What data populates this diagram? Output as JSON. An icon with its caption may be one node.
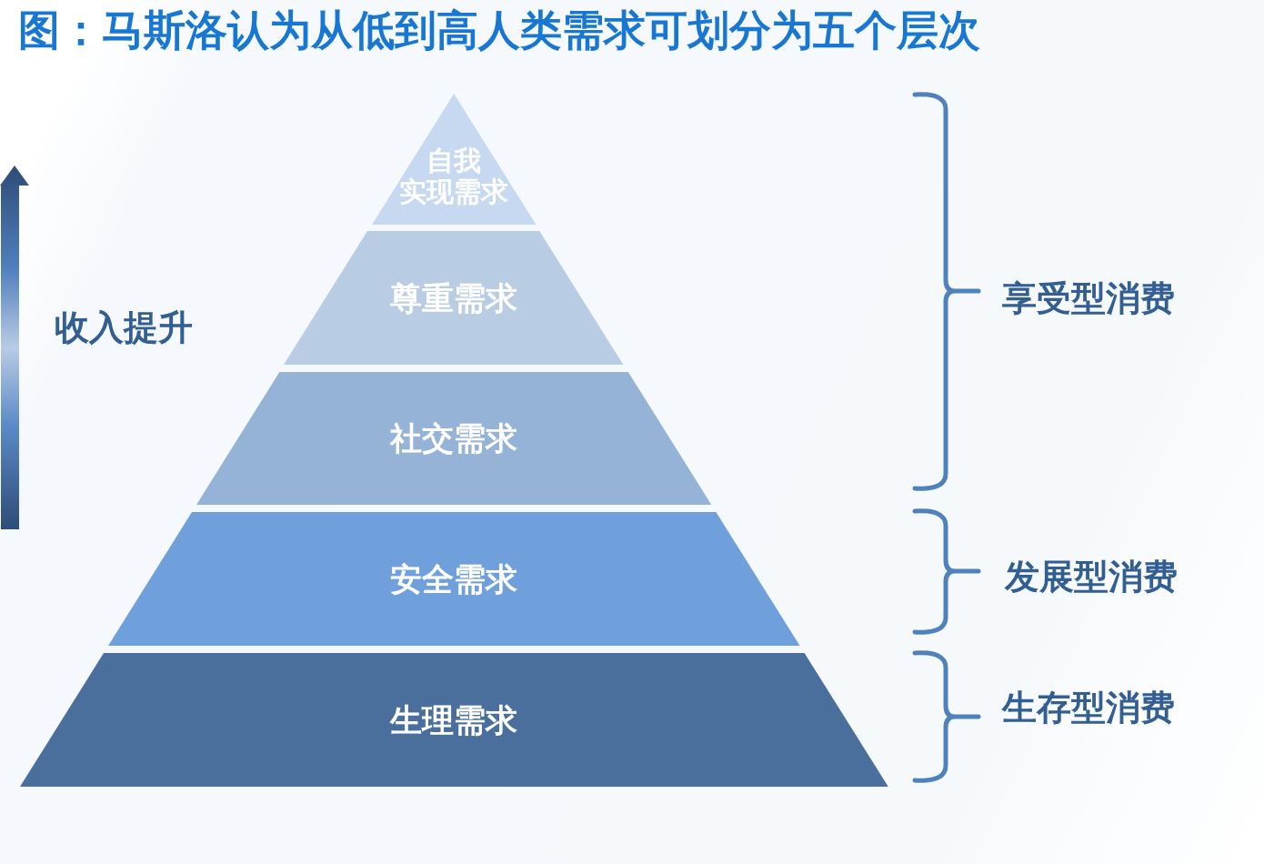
{
  "diagram": {
    "title": "图：马斯洛认为从低到高人类需求可划分为五个层次",
    "nodes": [
      {
        "text": [
          "自我实现需求"
        ]
      },
      {
        "text": [
          "尊重需求"
        ]
      },
      {
        "text": [
          "社交需求"
        ]
      },
      {
        "text": [
          "安全需求"
        ]
      },
      {
        "text": [
          "生理需求"
        ]
      }
    ],
    "labels": [
      "收入提升",
      "享受型消费",
      "发展型消费",
      "生存型消费"
    ]
  }
}
